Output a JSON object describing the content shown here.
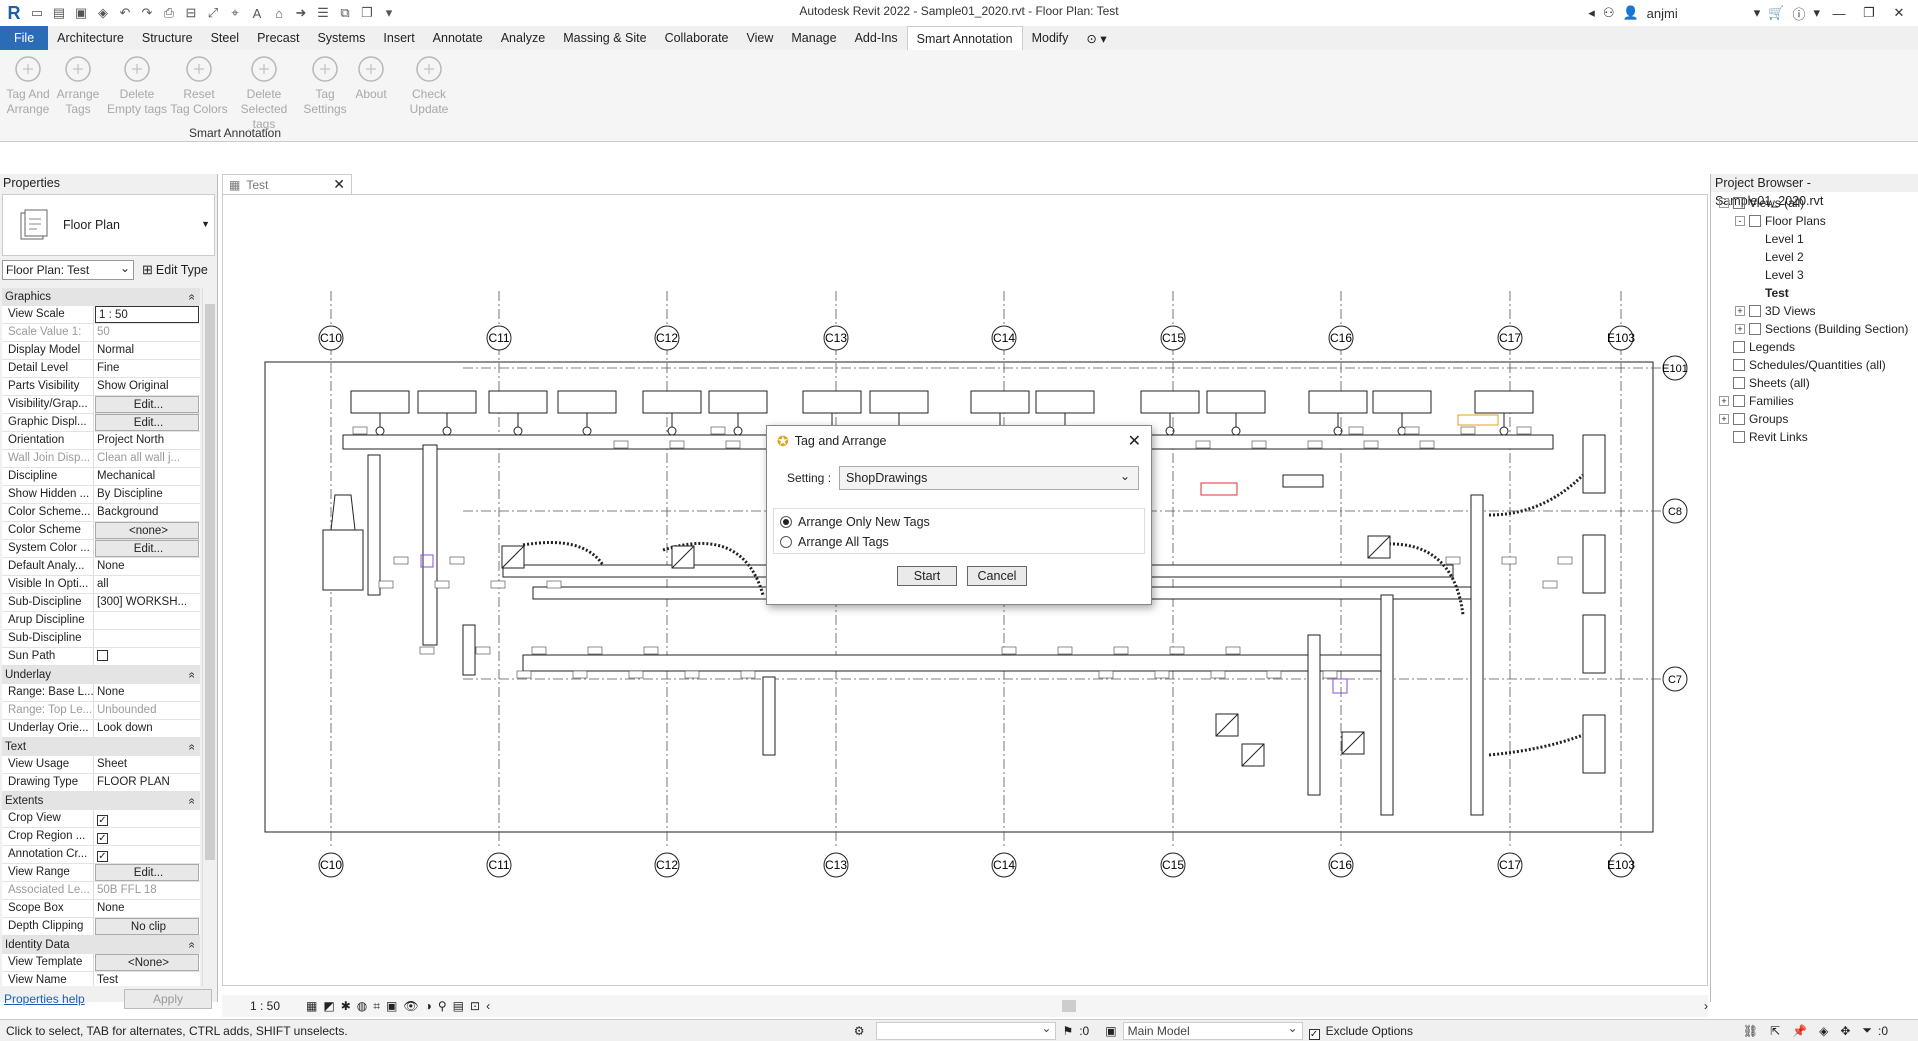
{
  "app": {
    "title": "Autodesk Revit 2022 - Sample01_2020.rvt - Floor Plan: Test",
    "user": "anjmi"
  },
  "menu": {
    "items": [
      "File",
      "Architecture",
      "Structure",
      "Steel",
      "Precast",
      "Systems",
      "Insert",
      "Annotate",
      "Analyze",
      "Massing & Site",
      "Collaborate",
      "View",
      "Manage",
      "Add-Ins",
      "Smart Annotation",
      "Modify"
    ],
    "active": "Smart Annotation"
  },
  "ribbon": {
    "buttons": [
      {
        "l1": "Tag And",
        "l2": "Arrange"
      },
      {
        "l1": "Arrange",
        "l2": "Tags"
      },
      {
        "l1": "Delete",
        "l2": "Empty tags"
      },
      {
        "l1": "Reset",
        "l2": "Tag Colors"
      },
      {
        "l1": "Delete",
        "l2": "Selected tags"
      },
      {
        "l1": "Tag",
        "l2": "Settings"
      },
      {
        "l1": "About",
        "l2": ""
      },
      {
        "l1": "Check Update",
        "l2": ""
      }
    ],
    "panel_label": "Smart Annotation"
  },
  "properties": {
    "header": "Properties",
    "type_name": "Floor Plan",
    "instance_selector": "Floor Plan: Test",
    "edit_type": "Edit Type",
    "help_link": "Properties help",
    "apply": "Apply",
    "rows": [
      {
        "section": "Graphics"
      },
      {
        "k": "View Scale",
        "v": "1 : 50",
        "style": "box"
      },
      {
        "k": "Scale Value    1:",
        "v": "50",
        "dis": true
      },
      {
        "k": "Display Model",
        "v": "Normal"
      },
      {
        "k": "Detail Level",
        "v": "Fine"
      },
      {
        "k": "Parts Visibility",
        "v": "Show Original"
      },
      {
        "k": "Visibility/Grap...",
        "v": "Edit...",
        "style": "btn"
      },
      {
        "k": "Graphic Displ...",
        "v": "Edit...",
        "style": "btn"
      },
      {
        "k": "Orientation",
        "v": "Project North"
      },
      {
        "k": "Wall Join Disp...",
        "v": "Clean all wall j...",
        "dis": true
      },
      {
        "k": "Discipline",
        "v": "Mechanical"
      },
      {
        "k": "Show Hidden ...",
        "v": "By Discipline"
      },
      {
        "k": "Color Scheme...",
        "v": "Background"
      },
      {
        "k": "Color Scheme",
        "v": "<none>",
        "style": "btn"
      },
      {
        "k": "System Color ...",
        "v": "Edit...",
        "style": "btn"
      },
      {
        "k": "Default Analy...",
        "v": "None"
      },
      {
        "k": "Visible In Opti...",
        "v": "all"
      },
      {
        "k": "Sub-Discipline",
        "v": "[300] WORKSH..."
      },
      {
        "k": "Arup Discipline",
        "v": ""
      },
      {
        "k": "Sub-Discipline",
        "v": ""
      },
      {
        "k": "Sun Path",
        "v": "",
        "check": false
      },
      {
        "section": "Underlay"
      },
      {
        "k": "Range: Base L...",
        "v": "None"
      },
      {
        "k": "Range: Top Le...",
        "v": "Unbounded",
        "dis": true
      },
      {
        "k": "Underlay Orie...",
        "v": "Look down"
      },
      {
        "section": "Text"
      },
      {
        "k": "View Usage",
        "v": "Sheet"
      },
      {
        "k": "Drawing Type",
        "v": "FLOOR PLAN"
      },
      {
        "section": "Extents"
      },
      {
        "k": "Crop View",
        "v": "",
        "check": true
      },
      {
        "k": "Crop Region ...",
        "v": "",
        "check": true
      },
      {
        "k": "Annotation Cr...",
        "v": "",
        "check": true
      },
      {
        "k": "View Range",
        "v": "Edit...",
        "style": "btn"
      },
      {
        "k": "Associated Le...",
        "v": "50B FFL 18",
        "dis": true
      },
      {
        "k": "Scope Box",
        "v": "None"
      },
      {
        "k": "Depth Clipping",
        "v": "No clip",
        "style": "btn"
      },
      {
        "section": "Identity Data"
      },
      {
        "k": "View Template",
        "v": "<None>",
        "style": "btn"
      },
      {
        "k": "View Name",
        "v": "Test"
      }
    ]
  },
  "view_tab": {
    "label": "Test"
  },
  "drawing": {
    "grid_top": [
      "C10",
      "C11",
      "C12",
      "C13",
      "C14",
      "C15",
      "C16",
      "C17",
      "E103"
    ],
    "grid_bottom": [
      "C10",
      "C11",
      "C12",
      "C13",
      "C14",
      "C15",
      "C16",
      "C17",
      "E103"
    ],
    "grid_right": [
      "E101",
      "C8",
      "C7"
    ]
  },
  "view_status": {
    "scale": "1 : 50"
  },
  "dialog": {
    "title": "Tag and Arrange",
    "setting_label": "Setting :",
    "setting_value": "ShopDrawings",
    "options": [
      {
        "label": "Arrange Only New Tags",
        "checked": true
      },
      {
        "label": "Arrange All Tags",
        "checked": false
      }
    ],
    "start": "Start",
    "cancel": "Cancel"
  },
  "browser": {
    "header": "Project Browser - Sample01_2020.rvt",
    "items": [
      {
        "label": "Views (all)",
        "level": 0,
        "exp": "-"
      },
      {
        "label": "Floor Plans",
        "level": 1,
        "exp": "-"
      },
      {
        "label": "Level 1",
        "level": 2
      },
      {
        "label": "Level 2",
        "level": 2
      },
      {
        "label": "Level 3",
        "level": 2
      },
      {
        "label": "Test",
        "level": 2,
        "bold": true
      },
      {
        "label": "3D Views",
        "level": 1,
        "exp": "+"
      },
      {
        "label": "Sections (Building Section)",
        "level": 1,
        "exp": "+"
      },
      {
        "label": "Legends",
        "level": 0
      },
      {
        "label": "Schedules/Quantities (all)",
        "level": 0
      },
      {
        "label": "Sheets (all)",
        "level": 0
      },
      {
        "label": "Families",
        "level": 0,
        "exp": "+"
      },
      {
        "label": "Groups",
        "level": 0,
        "exp": "+"
      },
      {
        "label": "Revit Links",
        "level": 0
      }
    ]
  },
  "statusbar": {
    "hint": "Click to select, TAB for alternates, CTRL adds, SHIFT unselects.",
    "selection_count": ":0",
    "model": "Main Model",
    "exclude_options": "Exclude Options",
    "filter_count": ":0"
  }
}
